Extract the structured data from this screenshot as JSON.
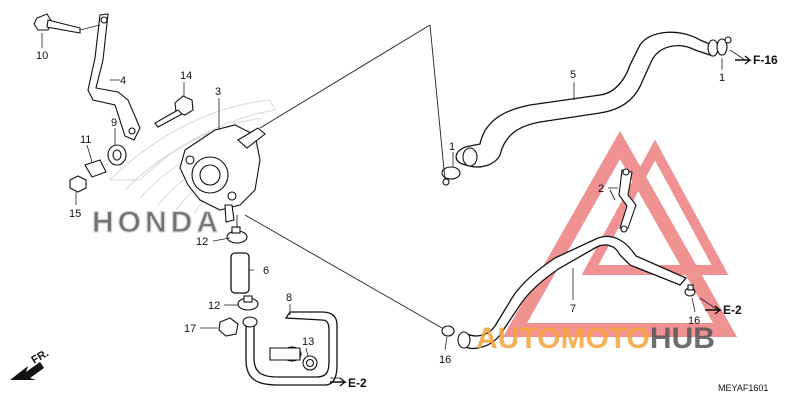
{
  "diagram": {
    "callouts": {
      "c1_top": "1",
      "c1_mid": "1",
      "c2": "2",
      "c3": "3",
      "c4": "4",
      "c5": "5",
      "c6": "6",
      "c7": "7",
      "c8": "8",
      "c9": "9",
      "c10": "10",
      "c11": "11",
      "c12_top": "12",
      "c12_bot": "12",
      "c13": "13",
      "c14": "14",
      "c15": "15",
      "c16_left": "16",
      "c16_right": "16",
      "c17": "17"
    },
    "refs": {
      "f16": "F-16",
      "e2_bottom": "E-2",
      "e2_right": "E-2",
      "fr": "FR."
    },
    "diagram_code": "MEYAF1601",
    "watermark": {
      "brand": "HONDA",
      "auto": "AUTO",
      "moto": "MOTO",
      "hub": "HUB",
      "accent": "#f7a33a",
      "hub_color": "#555555",
      "triangle_color": "#e63a3a"
    }
  }
}
